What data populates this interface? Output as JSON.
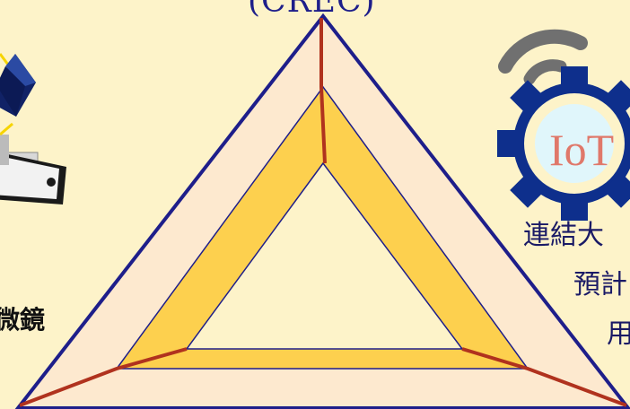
{
  "diagram": {
    "top_label": "(CREC)",
    "left_text": "微鏡",
    "iot_label": "IoT",
    "right_lines": [
      "連結大",
      "預計",
      "用"
    ]
  },
  "colors": {
    "background": "#fdf3c9",
    "outer_fill": "#fde9cf",
    "band_fill": "#fdd04e",
    "inner_fill": "#fdf3c9",
    "outline": "#1e1e8a",
    "spokes": "#b0321e",
    "gear": "#0e2f8c",
    "wifi": "#707070"
  },
  "icons": {
    "left": "cube-on-chip-icon",
    "right": "gear-wifi-icon"
  }
}
